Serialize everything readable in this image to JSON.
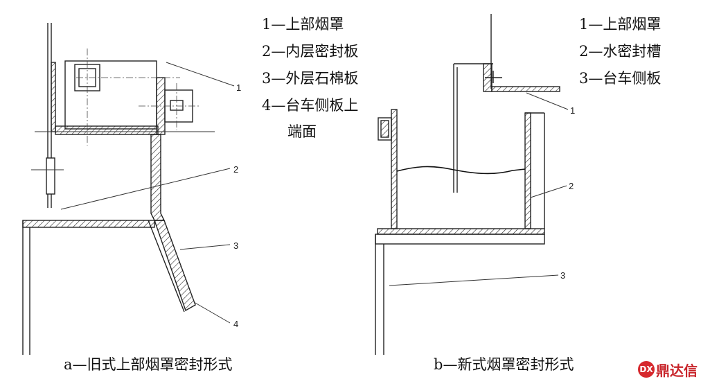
{
  "left": {
    "legend": [
      "1—上部烟罩",
      "2—内层密封板",
      "3—外层石棉板",
      "4—台车侧板上",
      "端面"
    ],
    "callouts": [
      "1",
      "2",
      "3",
      "4"
    ],
    "caption": "a—旧式上部烟罩密封形式"
  },
  "right": {
    "legend": [
      "1—上部烟罩",
      "2—水密封槽",
      "3—台车侧板"
    ],
    "callouts": [
      "1",
      "2",
      "3"
    ],
    "caption": "b—新式烟罩密封形式"
  },
  "watermark": {
    "text": "鼎达信",
    "color": "#c8242a"
  }
}
